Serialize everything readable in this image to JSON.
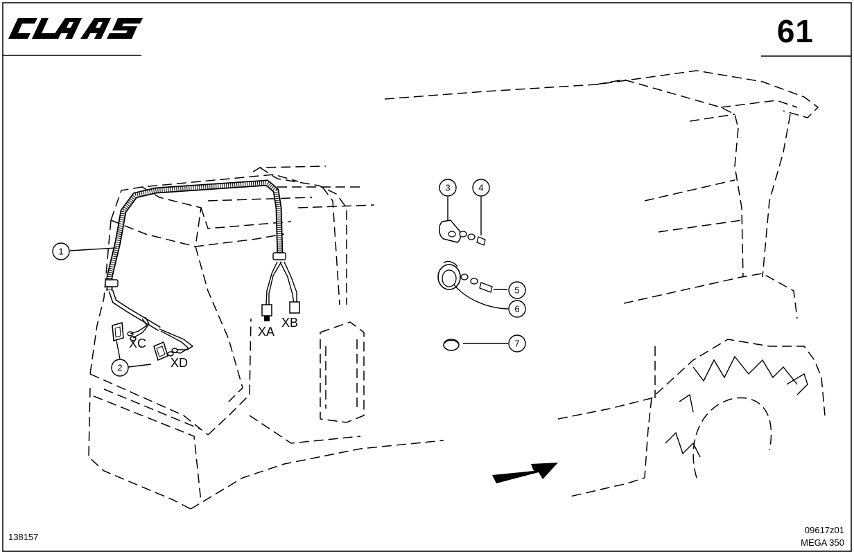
{
  "header": {
    "brand": "CLAAS",
    "page_number": "61"
  },
  "footer": {
    "doc_id": "138157",
    "drawing_no": "09617z01",
    "model": "MEGA 350"
  },
  "callouts": [
    "1",
    "2",
    "3",
    "4",
    "5",
    "6",
    "7"
  ],
  "connectors": {
    "xa": "XA",
    "xb": "XB",
    "xc": "XC",
    "xd": "XD"
  },
  "icons": {
    "arrow": "direction-arrow-icon",
    "logo": "claas-logo-icon"
  }
}
